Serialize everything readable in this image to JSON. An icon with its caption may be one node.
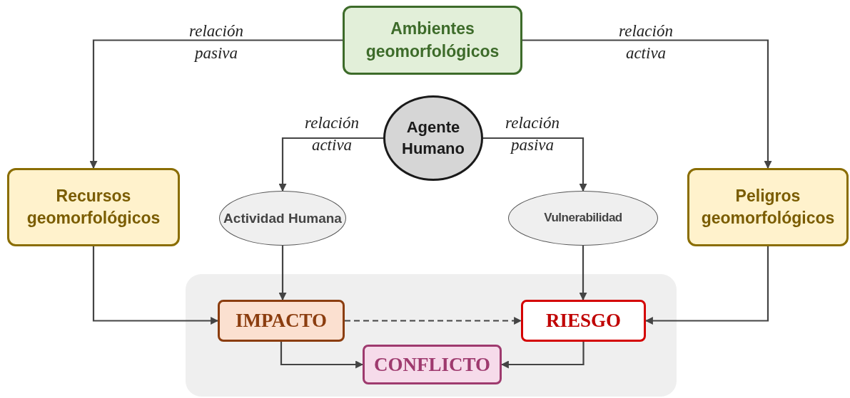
{
  "diagram": {
    "nodes": [
      {
        "text": [
          "Ambientes geomorfológicos"
        ]
      },
      {
        "text": [
          "Agente Humano"
        ]
      },
      {
        "text": [
          "Recursos geomorfológicos"
        ]
      },
      {
        "text": [
          "Peligros geomorfológicos"
        ]
      },
      {
        "text": [
          "Actividad Humana"
        ]
      },
      {
        "text": [
          "Vulnerabilidad"
        ]
      },
      {
        "text": [],
        "shape": "box"
      },
      {
        "text": [
          "IMPACTO"
        ],
        "in": 6
      },
      {
        "text": [
          "RIESGO"
        ],
        "in": 6
      },
      {
        "text": [
          "CONFLICTO"
        ],
        "in": 6
      }
    ],
    "edges": [
      {
        "from": 0,
        "to": 2,
        "arrow": "to",
        "label": "relación pasiva"
      },
      {
        "from": 0,
        "to": 3,
        "arrow": "to",
        "label": "relación activa"
      },
      {
        "from": 1,
        "to": 4,
        "arrow": "to",
        "label": "relación activa"
      },
      {
        "from": 1,
        "to": 5,
        "arrow": "to",
        "label": "relación pasiva"
      },
      {
        "from": 2,
        "to": 7,
        "arrow": "to"
      },
      {
        "from": 4,
        "to": 7,
        "arrow": "to"
      },
      {
        "from": 5,
        "to": 8,
        "arrow": "to"
      },
      {
        "from": 3,
        "to": 8,
        "arrow": "to"
      },
      {
        "from": 7,
        "to": 8,
        "arrow": "to",
        "style": "dashed"
      },
      {
        "from": 7,
        "to": 9,
        "arrow": "to"
      },
      {
        "from": 8,
        "to": 9,
        "arrow": "to"
      }
    ]
  }
}
